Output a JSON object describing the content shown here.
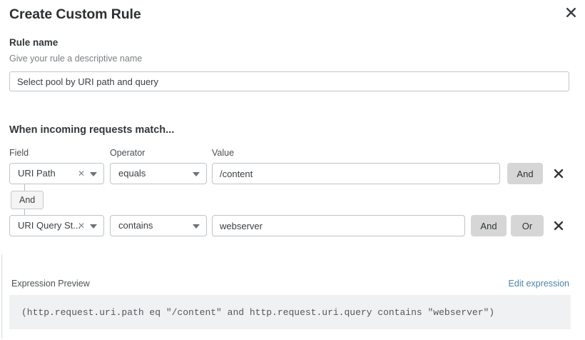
{
  "modal": {
    "title": "Create Custom Rule",
    "close_icon": "close-icon"
  },
  "rule_name": {
    "label": "Rule name",
    "help": "Give your rule a descriptive name",
    "value": "Select pool by URI path and query",
    "placeholder": ""
  },
  "match_section": {
    "heading": "When incoming requests match...",
    "columns": {
      "field": "Field",
      "operator": "Operator",
      "value": "Value"
    },
    "group_connector": "And",
    "rows": [
      {
        "field": "URI Path",
        "operator": "equals",
        "value": "/content",
        "clear_icon": "clear-icon",
        "caret_icon": "chevron-down-icon",
        "delete_icon": "delete-row-icon",
        "connectors": [
          "And"
        ]
      },
      {
        "field": "URI Query St...",
        "operator": "contains",
        "value": "webserver",
        "clear_icon": "clear-icon",
        "caret_icon": "chevron-down-icon",
        "delete_icon": "delete-row-icon",
        "connectors": [
          "And",
          "Or"
        ]
      }
    ]
  },
  "expression_preview": {
    "label": "Expression Preview",
    "edit_link": "Edit expression",
    "code": "(http.request.uri.path eq \"/content\" and http.request.uri.query contains \"webserver\")"
  },
  "colors": {
    "link": "#4a86a8",
    "pill_bg": "#d6d6d6",
    "code_bg": "#f0f1f2",
    "border": "#bfc4c8"
  }
}
